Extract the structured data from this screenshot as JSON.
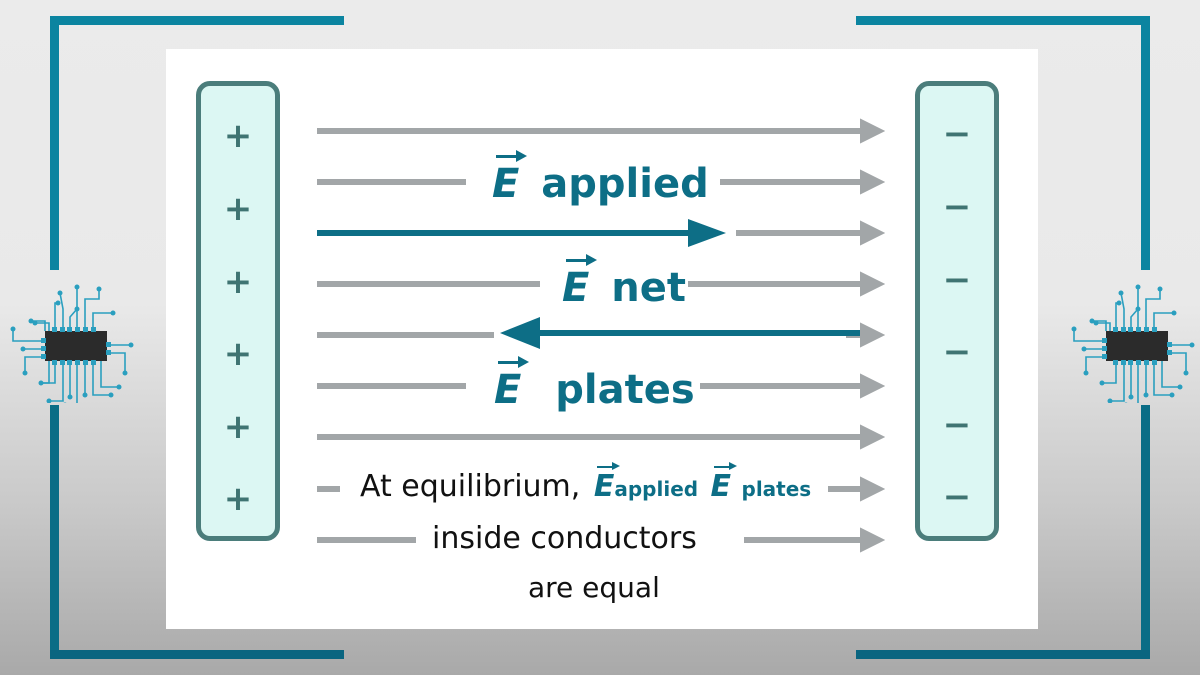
{
  "colors": {
    "bracket": "#0b84a0",
    "plate_fill": "#dcf7f3",
    "plate_border": "#4b7d7b",
    "accent_teal": "#0d6e86",
    "gray_arrow": "#a2a6a8",
    "chip_body": "#2b2b2b",
    "chip_trace": "#2a9fbf"
  },
  "left_plate": {
    "signs": [
      "+",
      "+",
      "+",
      "+",
      "+",
      "+"
    ]
  },
  "right_plate": {
    "signs": [
      "−",
      "−",
      "−",
      "−",
      "−",
      "−"
    ]
  },
  "labels": {
    "e_applied": {
      "symbol": "E",
      "text": "applied"
    },
    "e_net": {
      "symbol": "E",
      "text": "net"
    },
    "e_plates": {
      "symbol": "E",
      "text": "plates"
    }
  },
  "note": {
    "line1_prefix": "At equilibrium,",
    "e1_symbol": "E",
    "e1_sub": "applied",
    "e2_symbol": "E",
    "e2_sub": "plates",
    "line2": "inside conductors",
    "line3": "are equal"
  },
  "icons": {
    "left_chip": "microchip-icon",
    "right_chip": "microchip-icon"
  }
}
